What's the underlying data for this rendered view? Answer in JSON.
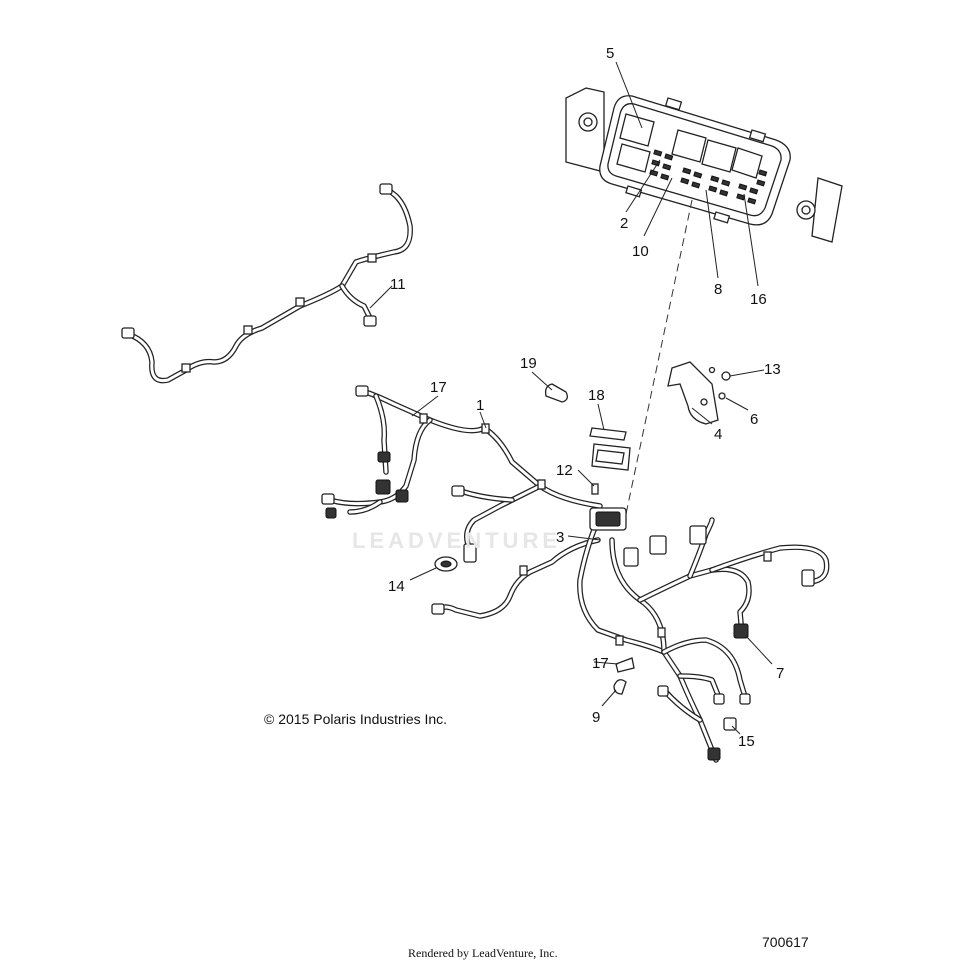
{
  "diagram": {
    "callouts": [
      "5",
      "2",
      "10",
      "8",
      "16",
      "11",
      "19",
      "18",
      "17",
      "1",
      "13",
      "6",
      "4",
      "12",
      "3",
      "14",
      "7",
      "17",
      "9",
      "15"
    ],
    "copyright": "© 2015 Polaris Industries Inc.",
    "watermark": "LEADVENTURE",
    "footer": "Rendered by LeadVenture, Inc.",
    "drawing_number": "700617"
  }
}
